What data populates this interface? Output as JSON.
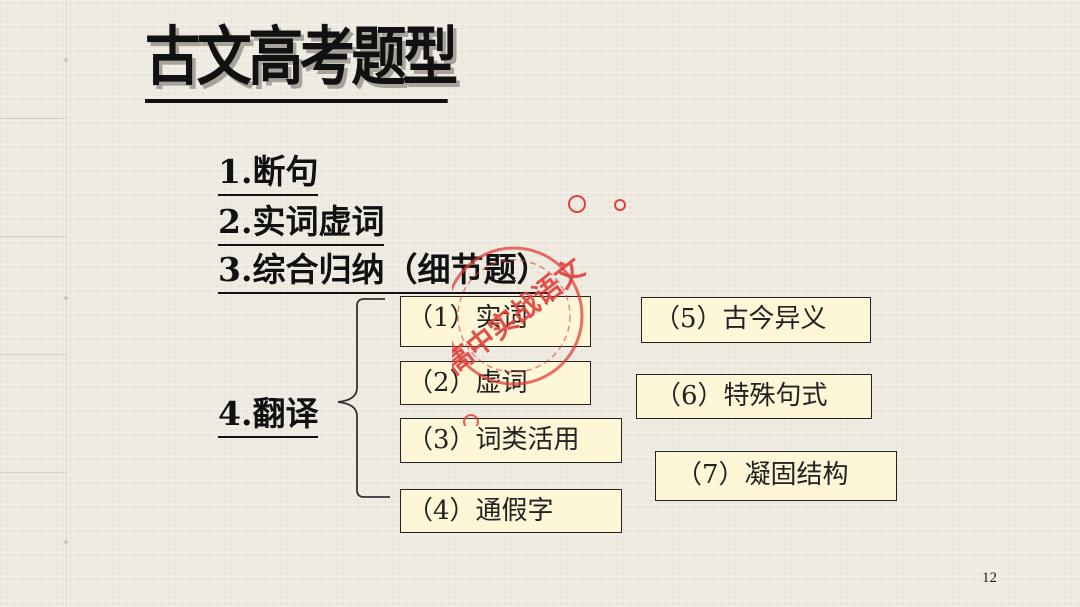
{
  "title": "古文高考题型",
  "headings": {
    "item1": "1.断句",
    "item2": "2.实词虚词",
    "item3": "3.综合归纳（细节题）",
    "item4": "4.翻译"
  },
  "translation_points": [
    "（1）实词",
    "（2）虚词",
    "（3）词类活用",
    "（4）通假字",
    "（5）古今异义",
    "（6）特殊句式",
    "（7）凝固结构"
  ],
  "watermark": {
    "text": "高中实战语文",
    "color": "#e0403a"
  },
  "page_number": "12",
  "colors": {
    "background": "#eeeae0",
    "box_fill": "#fdf7d8",
    "text": "#111111"
  }
}
